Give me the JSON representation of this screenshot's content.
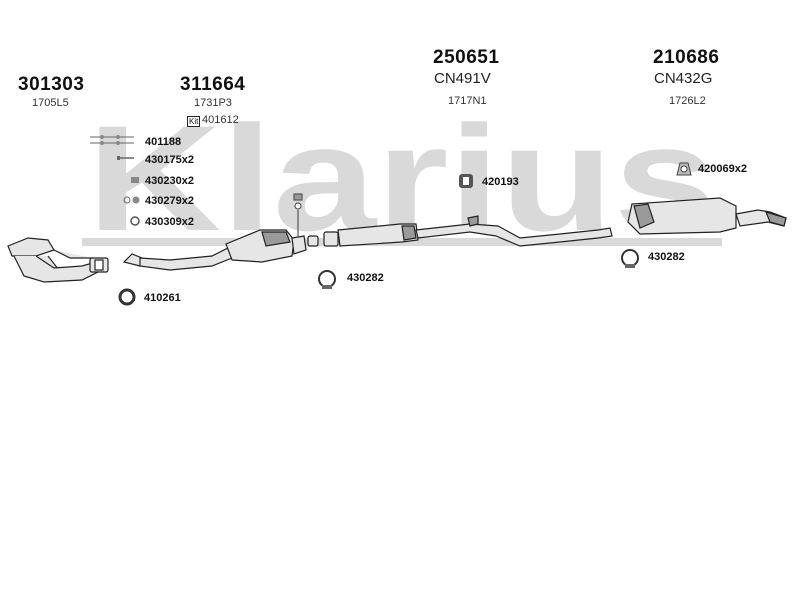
{
  "brand": {
    "watermark": "Klarius",
    "watermark_color": "#d9d9d9"
  },
  "parts": [
    {
      "number": "301303",
      "sub": "1705L5"
    },
    {
      "number": "311664",
      "sub": "1731P3"
    },
    {
      "number": "250651",
      "code": "CN491V",
      "sub": "1717N1"
    },
    {
      "number": "210686",
      "code": "CN432G",
      "sub": "1726L2"
    }
  ],
  "kit": {
    "tag": "Kit",
    "number": "401612"
  },
  "fittings": [
    {
      "label": "401188",
      "icon": "gasket-set-icon"
    },
    {
      "label": "430175x2",
      "icon": "bolt-icon"
    },
    {
      "label": "430230x2",
      "icon": "nut-icon"
    },
    {
      "label": "430279x2",
      "icon": "washer-icon"
    },
    {
      "label": "430309x2",
      "icon": "spring-icon"
    },
    {
      "label": "420193",
      "icon": "mounting-rubber-icon"
    },
    {
      "label": "420069x2",
      "icon": "hanger-icon"
    },
    {
      "label": "430282",
      "icon": "clamp-icon"
    },
    {
      "label": "430282",
      "icon": "clamp-icon"
    },
    {
      "label": "410261",
      "icon": "ring-gasket-icon"
    }
  ],
  "colors": {
    "line": "#222222",
    "part_fill": "#e6e6e6",
    "shade": "#9a9a9a"
  }
}
